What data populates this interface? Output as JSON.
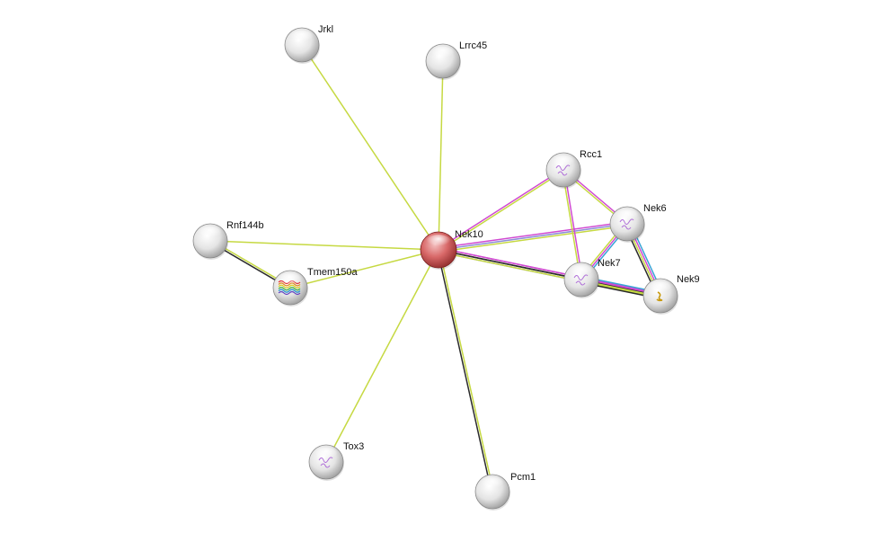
{
  "network": {
    "nodes": [
      {
        "id": "Nek10",
        "label": "Nek10",
        "query": true
      },
      {
        "id": "Jrkl",
        "label": "Jrkl"
      },
      {
        "id": "Lrrc45",
        "label": "Lrrc45"
      },
      {
        "id": "Rcc1",
        "label": "Rcc1",
        "structure": "purple"
      },
      {
        "id": "Nek6",
        "label": "Nek6",
        "structure": "purple"
      },
      {
        "id": "Nek7",
        "label": "Nek7",
        "structure": "purple"
      },
      {
        "id": "Nek9",
        "label": "Nek9",
        "structure": "gold"
      },
      {
        "id": "Rnf144b",
        "label": "Rnf144b"
      },
      {
        "id": "Tmem150a",
        "label": "Tmem150a",
        "structure": "rainbow"
      },
      {
        "id": "Tox3",
        "label": "Tox3",
        "structure": "purple"
      },
      {
        "id": "Pcm1",
        "label": "Pcm1"
      }
    ],
    "edges": [
      {
        "source": "Nek10",
        "target": "Jrkl",
        "evidence": [
          "textmining"
        ]
      },
      {
        "source": "Nek10",
        "target": "Lrrc45",
        "evidence": [
          "textmining"
        ]
      },
      {
        "source": "Nek10",
        "target": "Rnf144b",
        "evidence": [
          "textmining"
        ]
      },
      {
        "source": "Nek10",
        "target": "Tmem150a",
        "evidence": [
          "textmining"
        ]
      },
      {
        "source": "Nek10",
        "target": "Tox3",
        "evidence": [
          "textmining"
        ]
      },
      {
        "source": "Nek10",
        "target": "Pcm1",
        "evidence": [
          "textmining",
          "coexpression"
        ]
      },
      {
        "source": "Nek10",
        "target": "Rcc1",
        "evidence": [
          "experiments",
          "textmining"
        ]
      },
      {
        "source": "Nek10",
        "target": "Nek6",
        "evidence": [
          "experiments",
          "homology",
          "textmining"
        ]
      },
      {
        "source": "Nek10",
        "target": "Nek7",
        "evidence": [
          "experiments",
          "coexpression",
          "homology"
        ]
      },
      {
        "source": "Nek10",
        "target": "Nek9",
        "evidence": [
          "experiments",
          "coexpression",
          "textmining"
        ]
      },
      {
        "source": "Rnf144b",
        "target": "Tmem150a",
        "evidence": [
          "textmining",
          "coexpression"
        ]
      },
      {
        "source": "Rcc1",
        "target": "Nek6",
        "evidence": [
          "experiments",
          "textmining"
        ]
      },
      {
        "source": "Rcc1",
        "target": "Nek7",
        "evidence": [
          "experiments",
          "textmining"
        ]
      },
      {
        "source": "Nek6",
        "target": "Nek7",
        "evidence": [
          "databases",
          "experiments",
          "textmining"
        ]
      },
      {
        "source": "Nek6",
        "target": "Nek9",
        "evidence": [
          "databases",
          "experiments",
          "textmining",
          "coexpression"
        ]
      },
      {
        "source": "Nek7",
        "target": "Nek9",
        "evidence": [
          "databases",
          "experiments",
          "textmining",
          "coexpression"
        ]
      }
    ]
  },
  "evidence_colors": {
    "textmining": "#c6d942",
    "experiments": "#d04ad1",
    "databases": "#3aa4d6",
    "coexpression": "#2b2b2b",
    "homology": "#8d8dd8"
  },
  "node_colors": {
    "query": "#d05050",
    "default": "#d8d8d8"
  }
}
